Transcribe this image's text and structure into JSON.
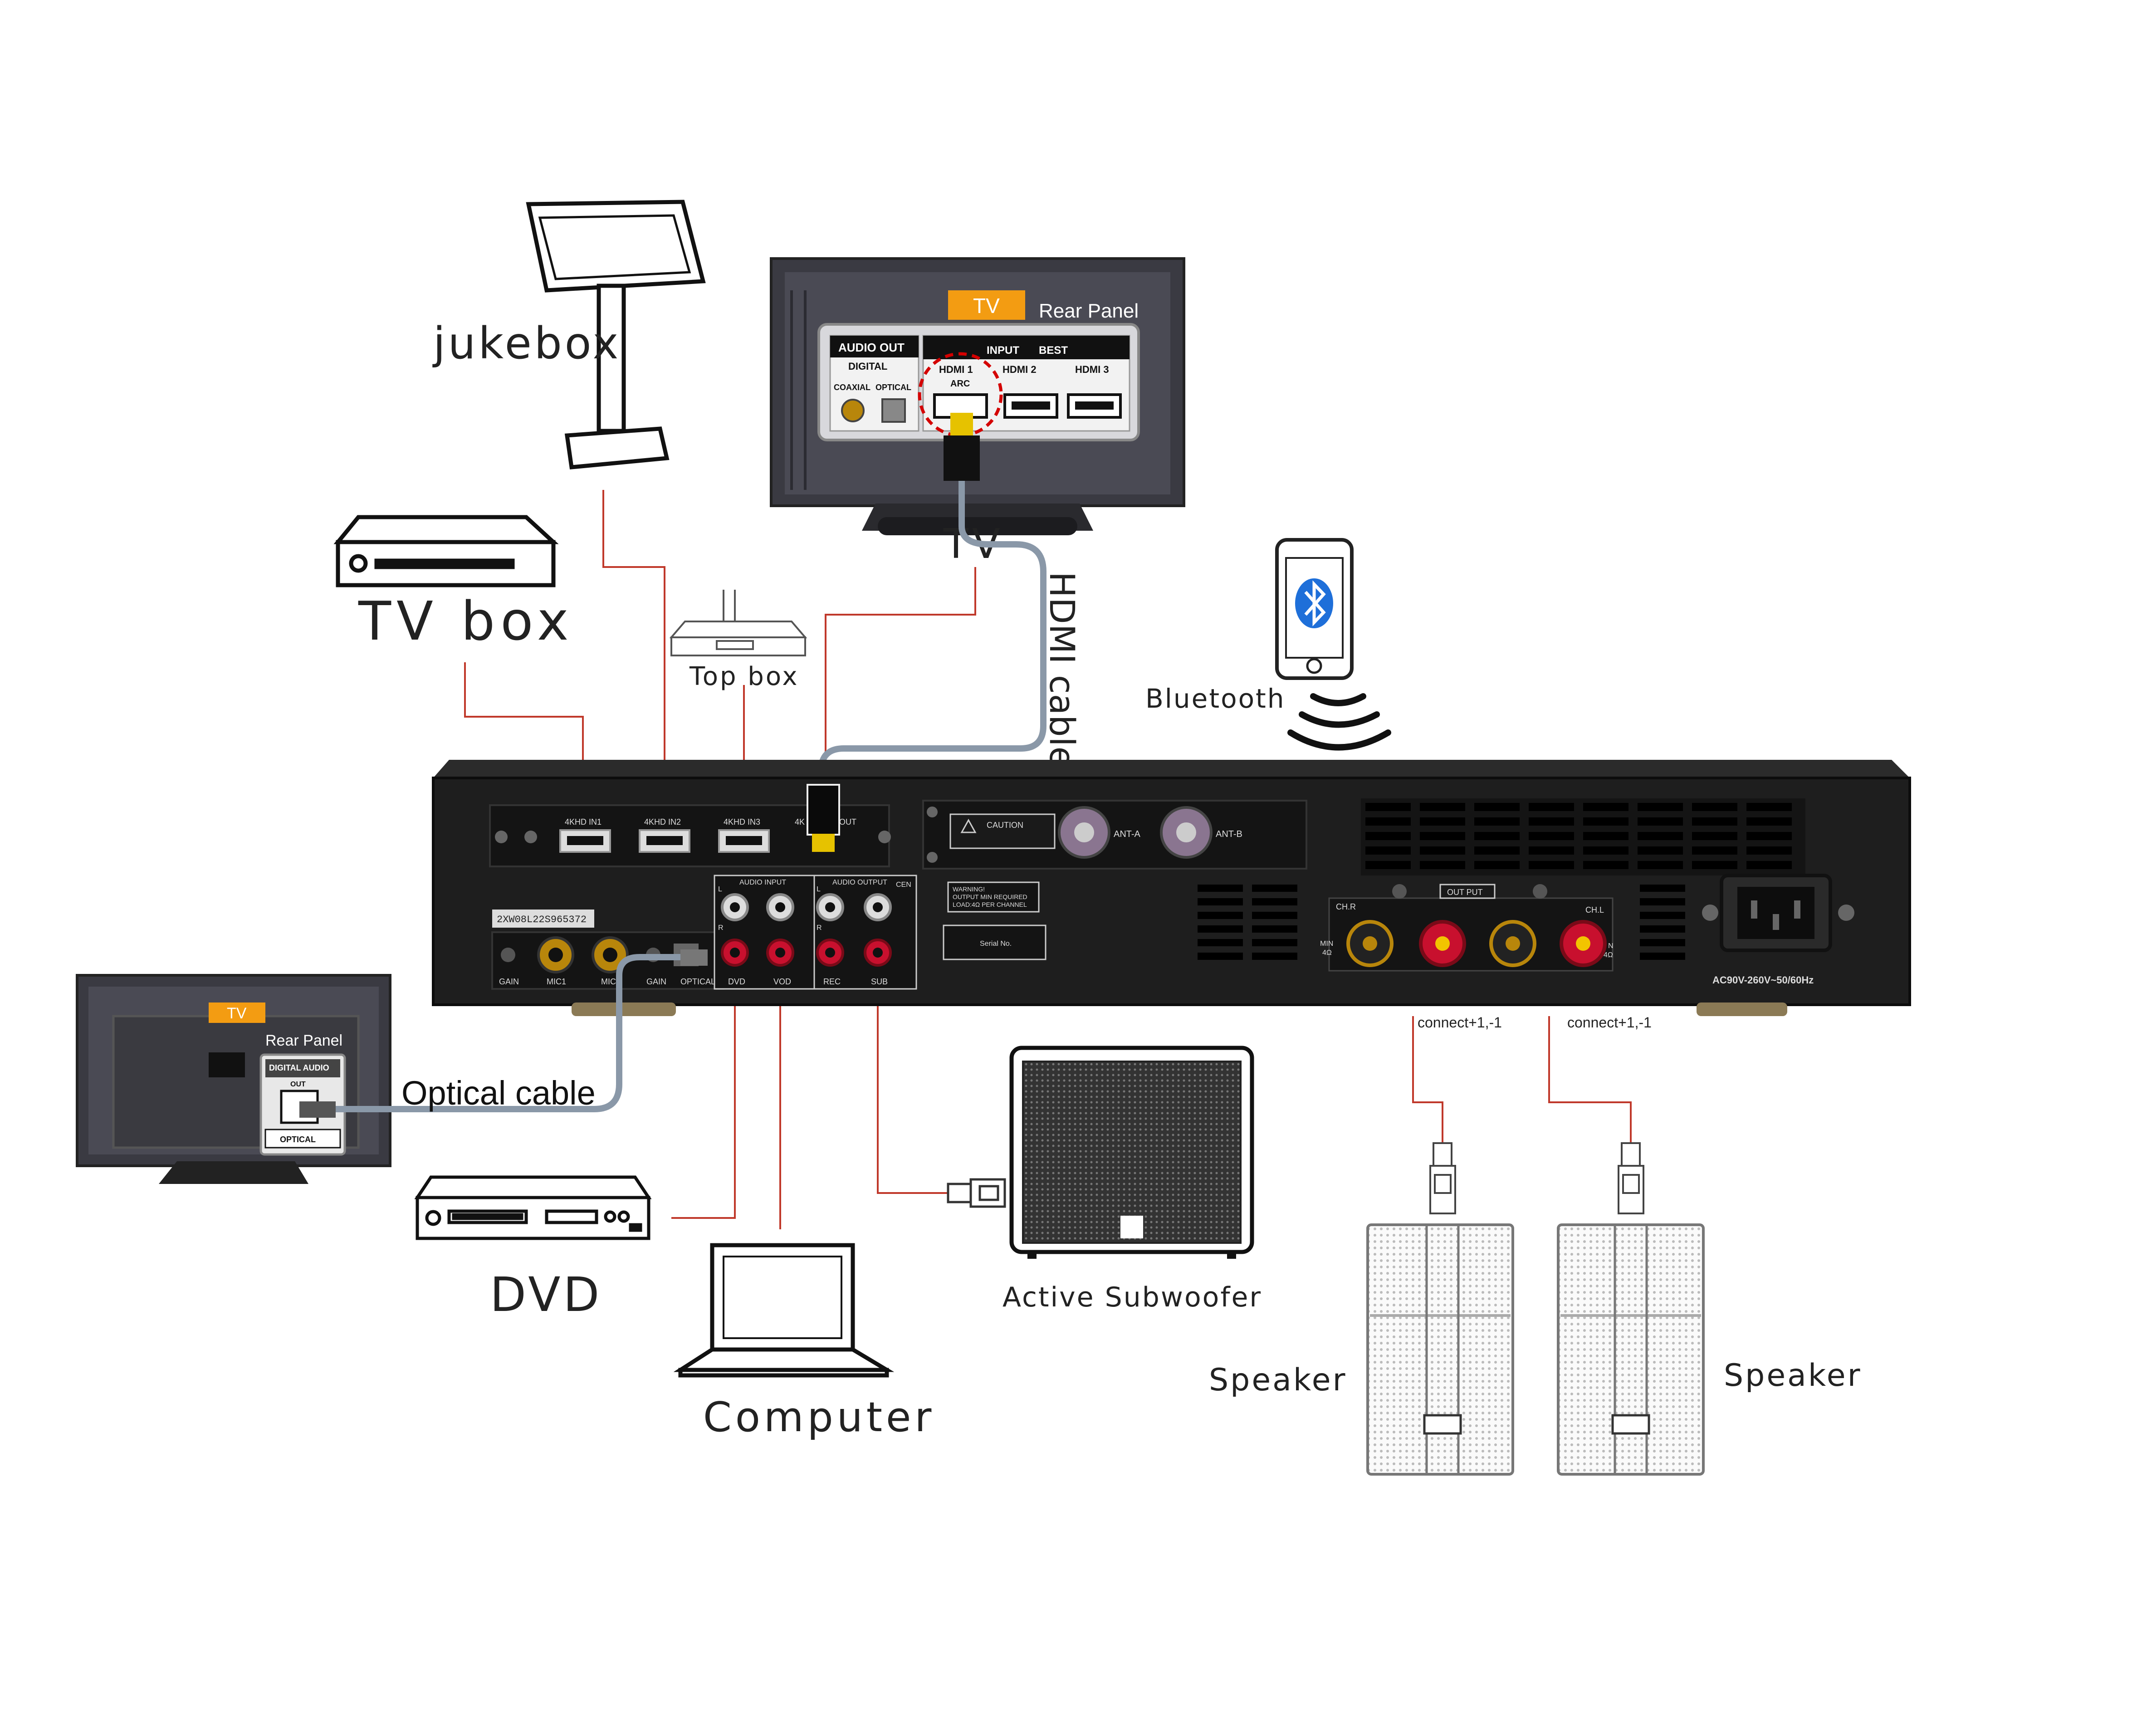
{
  "devices": {
    "jukebox": "jukebox",
    "tv_box": "TV box",
    "top_box": "Top box",
    "tv_top": "TV",
    "tv_left": "TV",
    "dvd": "DVD",
    "computer": "Computer",
    "subwoofer": "Active Subwoofer",
    "speaker_left": "Speaker",
    "speaker_right": "Speaker",
    "bluetooth": "Bluetooth"
  },
  "cables": {
    "hdmi": "HDMI cable",
    "optical": "Optical cable",
    "connect_left": "connect+1,-1",
    "connect_right": "connect+1,-1"
  },
  "tv_top_panel": {
    "rear_panel": "Rear Panel",
    "audio_out": "AUDIO OUT",
    "digital": "DIGITAL",
    "coaxial": "COAXIAL",
    "optical": "OPTICAL",
    "input": "INPUT",
    "best": "BEST",
    "hdmi1": "HDMI 1",
    "arc": "ARC",
    "hdmi2": "HDMI 2",
    "hdmi3": "HDMI 3"
  },
  "tv_left_panel": {
    "rear_panel": "Rear Panel",
    "digital_audio": "DIGITAL AUDIO",
    "out": "OUT",
    "optical": "OPTICAL"
  },
  "amp": {
    "hdmi_in1": "4KHD IN1",
    "hdmi_in2": "4KHD IN2",
    "hdmi_in3": "4KHD IN3",
    "hdmi_out_a": "4K",
    "hdmi_out_b": "OUT",
    "caution": "CAUTION",
    "ant_a": "ANT-A",
    "ant_b": "ANT-B",
    "serial_code": "2XW08L22S965372",
    "audio_input": "AUDIO INPUT",
    "audio_output": "AUDIO OUTPUT",
    "l": "L",
    "r": "R",
    "cen": "CEN",
    "warning_1": "WARNING!",
    "warning_2": "OUTPUT MIN REQUIRED",
    "warning_3": "LOAD:4Ω PER CHANNEL",
    "serial_no": "Serial No.",
    "gain": "GAIN",
    "mic1": "MIC1",
    "mic2": "MIC",
    "gain2": "GAIN",
    "optical": "OPTICAL",
    "dvd": "DVD",
    "vod": "VOD",
    "rec": "REC",
    "sub": "SUB",
    "output": "OUT PUT",
    "ch_r": "CH.R",
    "ch_l": "CH.L",
    "min_left": "MIN",
    "ohm_left": "4Ω",
    "min_right": "N",
    "ohm_right": "4Ω",
    "power": "AC90V-260V~50/60Hz"
  },
  "colors": {
    "red_line": "#c0392b",
    "cable": "#8a98a8",
    "chassis": "#1e1e1e",
    "tv_label_bg": "#f39c12",
    "binding_red": "#c8102e",
    "bluetooth_blue": "#1e6fd9"
  }
}
